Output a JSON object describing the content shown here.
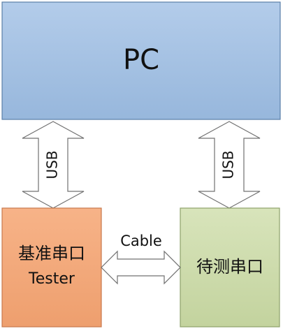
{
  "pc_box": {
    "label": "PC",
    "fill": "#a8c4e3",
    "stroke": "#5a7fa8"
  },
  "left_box": {
    "line1": "基准串口",
    "line2": "Tester",
    "fill": "#f1a77b",
    "stroke": "#c8794d"
  },
  "right_box": {
    "label": "待测串口",
    "fill": "#cddbad",
    "stroke": "#8ea26a"
  },
  "links": {
    "usb_left": "USB",
    "usb_right": "USB",
    "cable": "Cable"
  },
  "arrow_style": {
    "fill": "#ffffff",
    "stroke": "#707070"
  }
}
